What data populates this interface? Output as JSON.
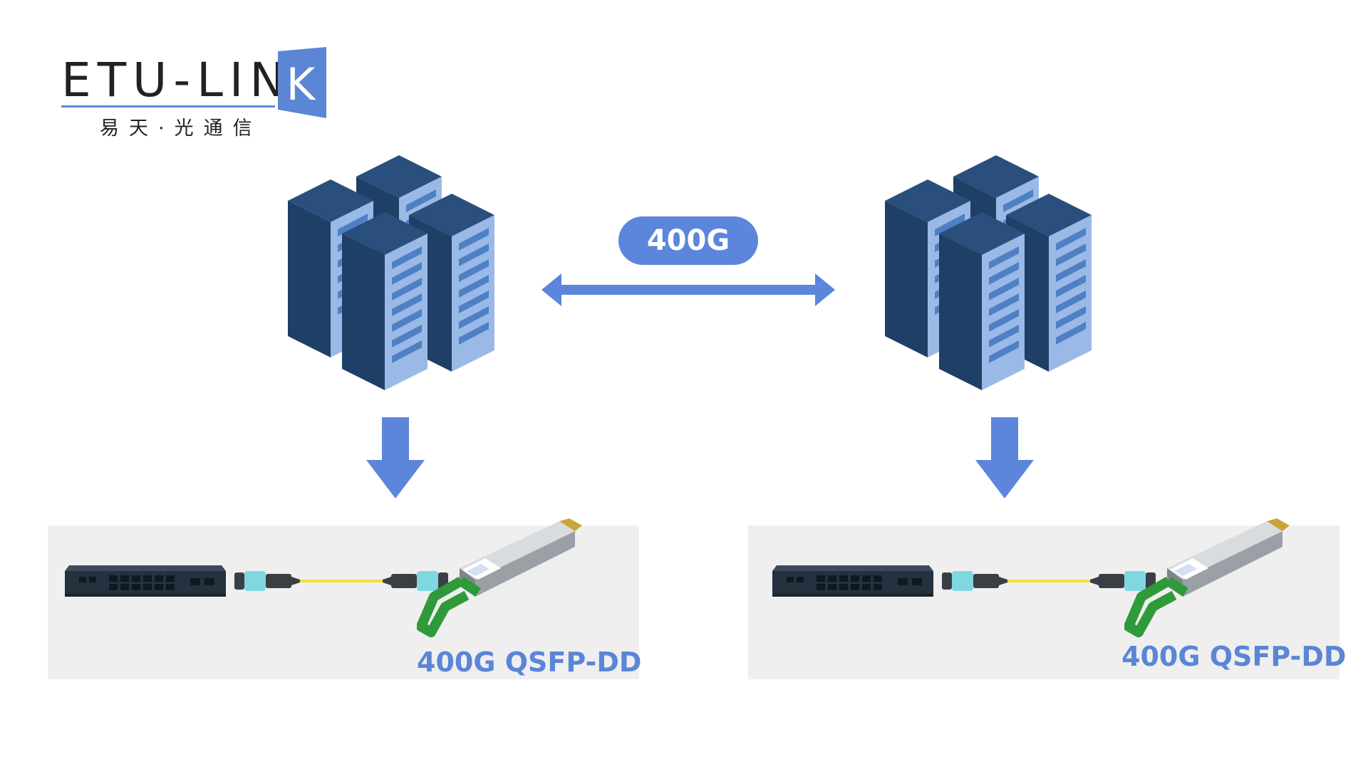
{
  "logo": {
    "brand_main": "ETU-LIN",
    "brand_last": "K",
    "brand_sub": "易天·光通信",
    "accent_color": "#5b86d6"
  },
  "link": {
    "speed_label": "400G",
    "arrow_icon": "double-arrow-icon"
  },
  "nodes": [
    {
      "server_icon": "server-cluster-icon",
      "down_arrow_icon": "down-arrow-icon",
      "panel": {
        "switch_icon": "network-switch-icon",
        "cable_icon": "mpo-fiber-cable-icon",
        "module_icon": "qsfp-dd-module-icon",
        "label": "400G QSFP-DD"
      }
    },
    {
      "server_icon": "server-cluster-icon",
      "down_arrow_icon": "down-arrow-icon",
      "panel": {
        "switch_icon": "network-switch-icon",
        "cable_icon": "mpo-fiber-cable-icon",
        "module_icon": "qsfp-dd-module-icon",
        "label": "400G QSFP-DD"
      }
    }
  ],
  "colors": {
    "server_dark": "#1e3f66",
    "server_face": "#9ab9e6",
    "server_slot": "#4f80c4",
    "arrow_blue": "#5b86dc",
    "panel_gray": "#efefef",
    "module_green": "#2f9a3a",
    "cable_yellow": "#f2e23a",
    "connector_cyan": "#7fd8df"
  }
}
